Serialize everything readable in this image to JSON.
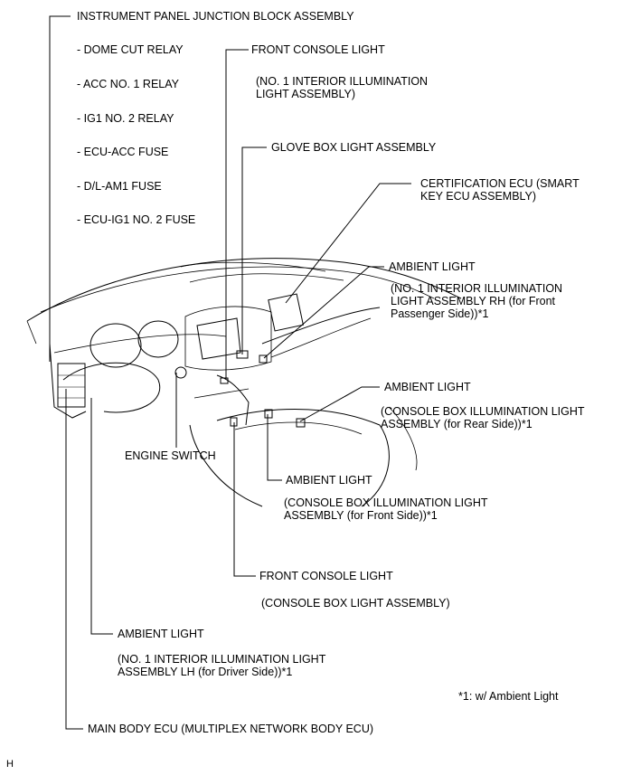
{
  "labels": {
    "ipjb": "INSTRUMENT PANEL JUNCTION BLOCK ASSEMBLY",
    "ipjb_items": [
      "- DOME CUT RELAY",
      "- ACC NO. 1 RELAY",
      "- IG1 NO. 2 RELAY",
      "- ECU-ACC FUSE",
      "- D/L-AM1 FUSE",
      "- ECU-IG1 NO. 2 FUSE"
    ],
    "front_console_light_top": "FRONT CONSOLE LIGHT",
    "front_console_light_top_sub": "(NO. 1 INTERIOR ILLUMINATION LIGHT ASSEMBLY)",
    "glove_box_light": "GLOVE BOX LIGHT ASSEMBLY",
    "certification_ecu": "CERTIFICATION ECU (SMART KEY ECU ASSEMBLY)",
    "ambient_rh": "AMBIENT LIGHT",
    "ambient_rh_sub": "(NO. 1 INTERIOR ILLUMINATION LIGHT ASSEMBLY RH (for Front Passenger Side))*1",
    "ambient_rear": "AMBIENT LIGHT",
    "ambient_rear_sub": "(CONSOLE BOX ILLUMINATION LIGHT ASSEMBLY (for Rear Side))*1",
    "engine_switch": "ENGINE SWITCH",
    "ambient_front": "AMBIENT LIGHT",
    "ambient_front_sub": "(CONSOLE BOX ILLUMINATION LIGHT ASSEMBLY (for Front Side))*1",
    "front_console_light_bottom": "FRONT CONSOLE LIGHT",
    "front_console_light_bottom_sub": "(CONSOLE BOX LIGHT ASSEMBLY)",
    "ambient_lh": "AMBIENT LIGHT",
    "ambient_lh_sub": "(NO. 1 INTERIOR ILLUMINATION LIGHT ASSEMBLY LH (for Driver Side))*1",
    "footnote": "*1: w/ Ambient Light",
    "main_body_ecu": "MAIN BODY ECU (MULTIPLEX NETWORK BODY ECU)",
    "corner_mark": "H"
  }
}
